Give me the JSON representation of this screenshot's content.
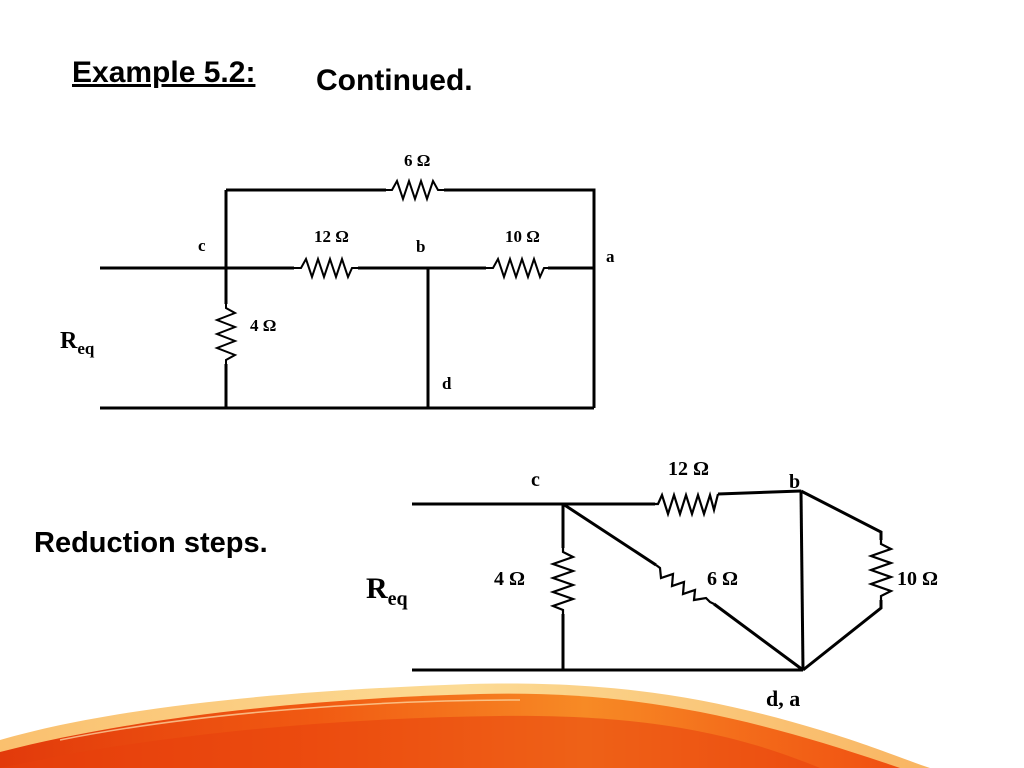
{
  "slide": {
    "title": "Example 5.2:",
    "subtitle": "Continued.",
    "reduction_label": "Reduction steps."
  },
  "circuit1": {
    "r_top": "6 Ω",
    "r_cb": "12 Ω",
    "r_ba": "10 Ω",
    "r_left": "4 Ω",
    "node_c": "c",
    "node_b": "b",
    "node_a": "a",
    "node_d": "d",
    "req_main": "R",
    "req_sub": "eq"
  },
  "circuit2": {
    "r_cb": "12 Ω",
    "r_cd": "6 Ω",
    "r_bd": "10 Ω",
    "r_left": "4 Ω",
    "node_c": "c",
    "node_b": "b",
    "node_da": "d, a",
    "req_main": "R",
    "req_sub": "eq"
  },
  "colors": {
    "wave_dark": "#e8400c",
    "wave_mid": "#f26a1b",
    "wave_light": "#f9a23a",
    "wave_pale": "#fde3b0"
  }
}
